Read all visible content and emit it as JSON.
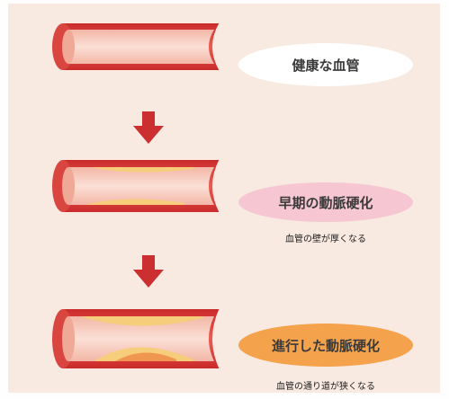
{
  "stages": [
    {
      "title": "健康な血管",
      "subtitle": "",
      "fill": "#ffffff"
    },
    {
      "title": "早期の動脈硬化",
      "subtitle": "血管の壁が厚くなる",
      "fill": "#f6c7d3"
    },
    {
      "title": "進行した動脈硬化",
      "subtitle": "血管の通り道が狭くなる",
      "fill": "#f4a24c"
    }
  ],
  "colors": {
    "panel_bg": "#f8e9e1",
    "vessel_wall": "#e03b3b",
    "vessel_lumen": "#f7c8ba",
    "plaque": "#f6cd7a",
    "plaque_core": "#f09650",
    "arrow": "#cc2f2f"
  }
}
